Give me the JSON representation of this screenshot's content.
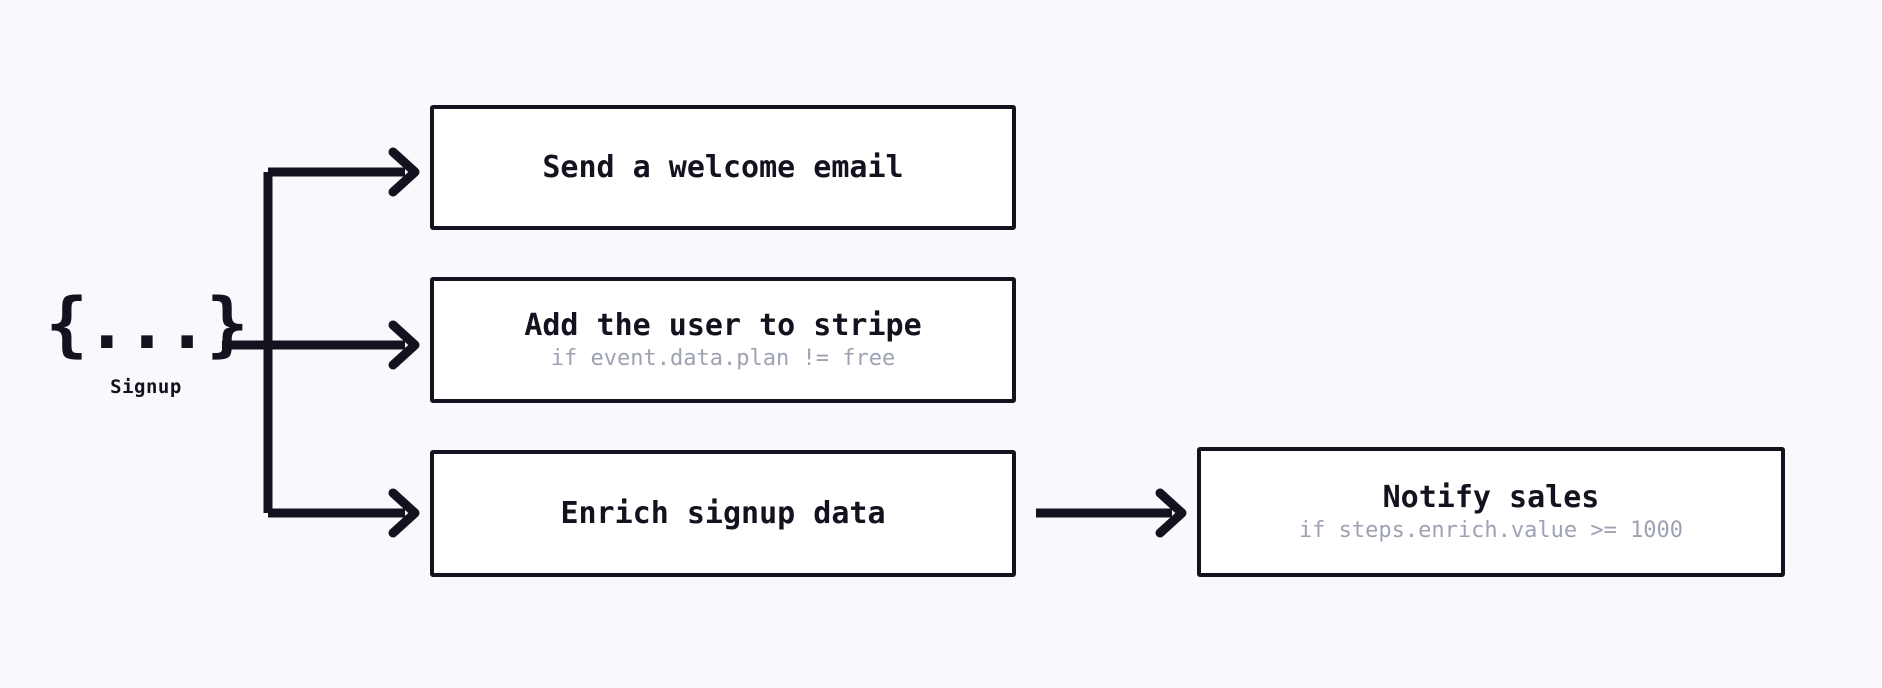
{
  "canvas": {
    "background_color": "#f9f8fc",
    "stroke_color": "#13131f",
    "box_fill_color": "#ffffff",
    "subtitle_color": "#9ea2b3"
  },
  "trigger": {
    "icon": "json-braces-icon",
    "glyph": "{...}",
    "label": "Signup"
  },
  "steps": [
    {
      "id": "welcome",
      "title": "Send a welcome email",
      "subtitle": ""
    },
    {
      "id": "stripe",
      "title": "Add the user to stripe",
      "subtitle": "if event.data.plan != free"
    },
    {
      "id": "enrich",
      "title": "Enrich signup data",
      "subtitle": ""
    },
    {
      "id": "notify",
      "title": "Notify sales",
      "subtitle": "if steps.enrich.value >= 1000"
    }
  ],
  "edges": [
    {
      "name": "trigger-to-branch",
      "from": "trigger",
      "to": "branch-trunk"
    },
    {
      "name": "branch-to-welcome",
      "from": "branch-trunk",
      "to": "welcome"
    },
    {
      "name": "branch-to-stripe",
      "from": "branch-trunk",
      "to": "stripe"
    },
    {
      "name": "branch-to-enrich",
      "from": "branch-trunk",
      "to": "enrich"
    },
    {
      "name": "enrich-to-notify",
      "from": "enrich",
      "to": "notify"
    }
  ]
}
